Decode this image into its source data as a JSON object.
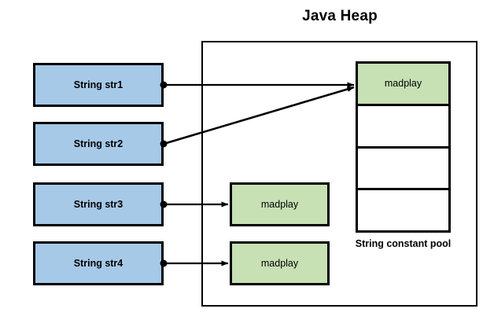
{
  "diagram": {
    "title": "Java Heap",
    "pool_label": "String constant pool",
    "variables": [
      {
        "label": "String str1"
      },
      {
        "label": "String str2"
      },
      {
        "label": "String str3"
      },
      {
        "label": "String str4"
      }
    ],
    "heap_objects": [
      {
        "label": "madplay"
      },
      {
        "label": "madplay"
      }
    ],
    "pool_cells": [
      {
        "label": "madplay",
        "filled": true
      },
      {
        "label": "",
        "filled": false
      },
      {
        "label": "",
        "filled": false
      },
      {
        "label": "",
        "filled": false
      }
    ],
    "colors": {
      "variable_fill": "#a6c9e8",
      "object_fill": "#c7e0b4",
      "stroke": "#000000",
      "background": "#ffffff"
    }
  }
}
